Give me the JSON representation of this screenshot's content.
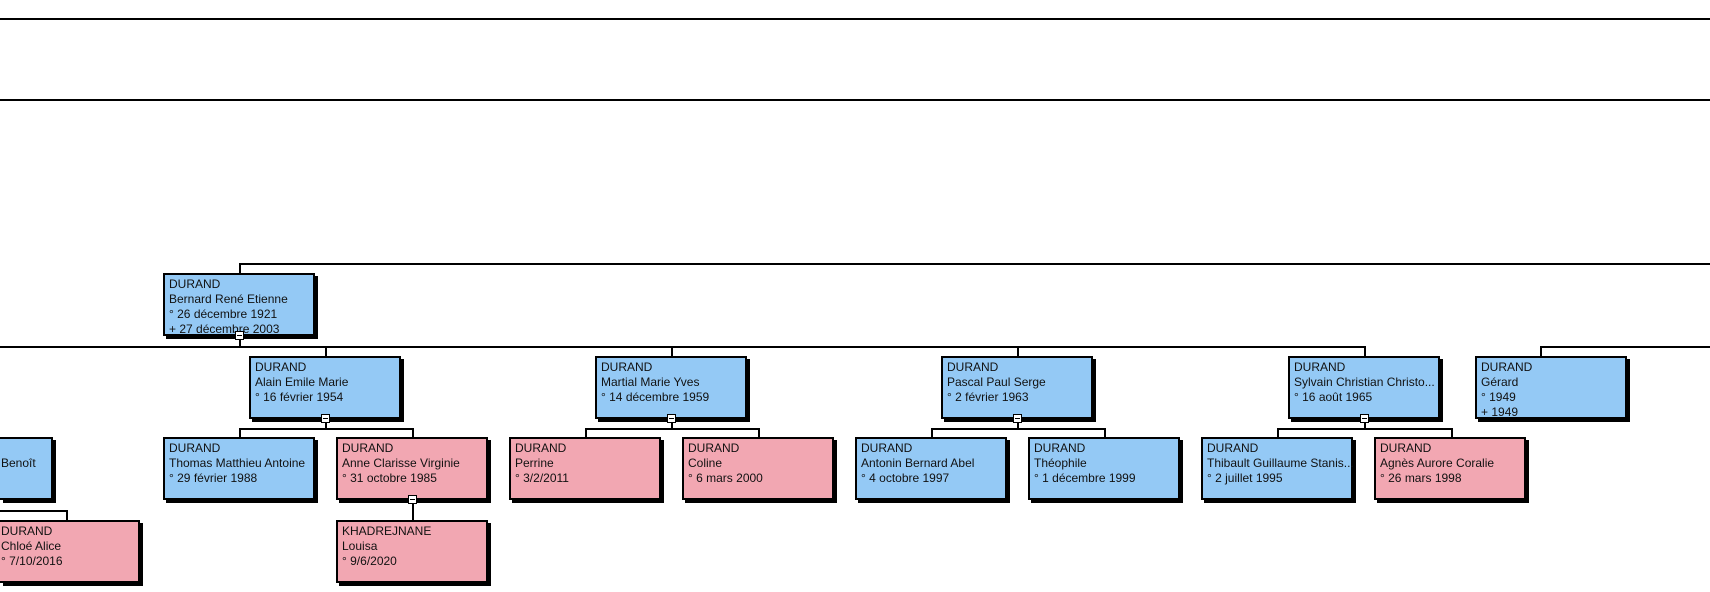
{
  "colors": {
    "male": "#94c9f5",
    "female": "#f2a7b2",
    "line": "#000000"
  },
  "persons": {
    "bernard": {
      "surname": "DURAND",
      "given": "Bernard René Etienne",
      "birth": "° 26 décembre 1921",
      "death": "+ 27 décembre 2003",
      "sex": "male"
    },
    "alain": {
      "surname": "DURAND",
      "given": "Alain Emile Marie",
      "birth": "° 16 février 1954",
      "sex": "male"
    },
    "martial": {
      "surname": "DURAND",
      "given": "Martial Marie Yves",
      "birth": "° 14 décembre 1959",
      "sex": "male"
    },
    "pascal": {
      "surname": "DURAND",
      "given": "Pascal Paul Serge",
      "birth": "° 2 février 1963",
      "sex": "male"
    },
    "sylvain": {
      "surname": "DURAND",
      "given": "Sylvain Christian Christo...",
      "birth": "° 16 août 1965",
      "sex": "male"
    },
    "gerard": {
      "surname": "DURAND",
      "given": "Gérard",
      "birth": "° 1949",
      "death": "+ 1949",
      "sex": "male"
    },
    "benoit": {
      "given": "Benoît",
      "sex": "male"
    },
    "thomas": {
      "surname": "DURAND",
      "given": "Thomas Matthieu Antoine",
      "birth": "° 29 février 1988",
      "sex": "male"
    },
    "anne": {
      "surname": "DURAND",
      "given": "Anne Clarisse Virginie",
      "birth": "° 31 octobre 1985",
      "sex": "female"
    },
    "perrine": {
      "surname": "DURAND",
      "given": "Perrine",
      "birth": "° 3/2/2011",
      "sex": "female"
    },
    "coline": {
      "surname": "DURAND",
      "given": "Coline",
      "birth": "° 6 mars 2000",
      "sex": "female"
    },
    "antonin": {
      "surname": "DURAND",
      "given": "Antonin Bernard Abel",
      "birth": "° 4 octobre 1997",
      "sex": "male"
    },
    "theophile": {
      "surname": "DURAND",
      "given": "Théophile",
      "birth": "° 1 décembre 1999",
      "sex": "male"
    },
    "thibault": {
      "surname": "DURAND",
      "given": "Thibault Guillaume Stanis...",
      "birth": "° 2 juillet 1995",
      "sex": "male"
    },
    "agnes": {
      "surname": "DURAND",
      "given": "Agnès Aurore Coralie",
      "birth": "° 26 mars 1998",
      "sex": "female"
    },
    "chloe": {
      "surname": "DURAND",
      "given": "Chloé Alice",
      "birth": "° 7/10/2016",
      "sex": "female"
    },
    "louisa": {
      "surname": "KHADREJNANE",
      "given": "Louisa",
      "birth": "° 9/6/2020",
      "sex": "female"
    }
  }
}
